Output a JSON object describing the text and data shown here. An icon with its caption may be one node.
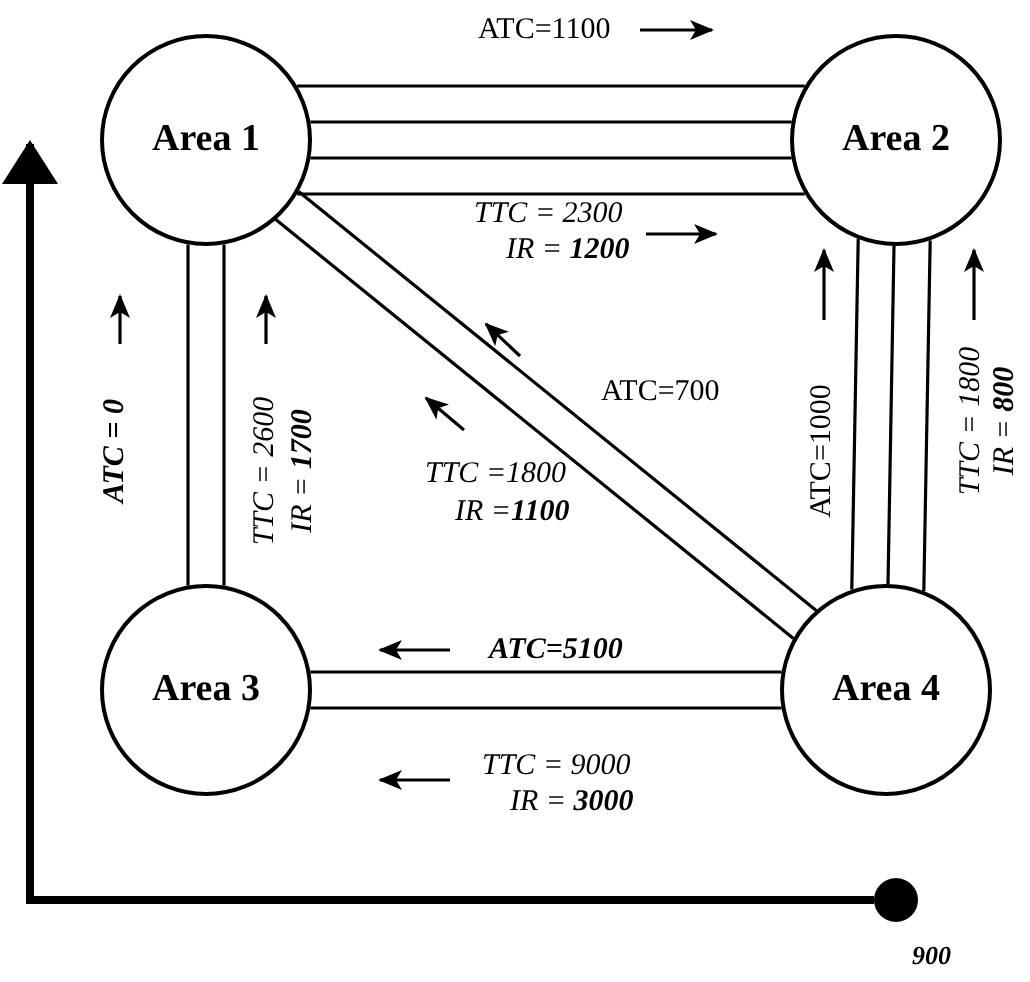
{
  "diagram": {
    "nodes": [
      {
        "text": [
          "Area 1"
        ]
      },
      {
        "text": [
          "Area 2"
        ]
      },
      {
        "text": [
          "Area 3"
        ]
      },
      {
        "text": [
          "Area 4"
        ]
      },
      {
        "text": [],
        "shape": "circle",
        "beside": [
          "900"
        ]
      }
    ],
    "edges": [
      {
        "from": 0,
        "to": 1,
        "arrow": "none"
      },
      {
        "from": 0,
        "to": 1,
        "arrow": "none"
      },
      {
        "from": 0,
        "to": 1,
        "arrow": "none"
      },
      {
        "from": 0,
        "to": 1,
        "arrow": "none"
      },
      {
        "from": 0,
        "to": 2,
        "arrow": "none"
      },
      {
        "from": 0,
        "to": 2,
        "arrow": "none"
      },
      {
        "from": 0,
        "to": 3,
        "arrow": "none"
      },
      {
        "from": 0,
        "to": 3,
        "arrow": "none"
      },
      {
        "from": 1,
        "to": 3,
        "arrow": "none"
      },
      {
        "from": 1,
        "to": 3,
        "arrow": "none"
      },
      {
        "from": 1,
        "to": 3,
        "arrow": "none"
      },
      {
        "from": 2,
        "to": 3,
        "arrow": "none"
      },
      {
        "from": 2,
        "to": 3,
        "arrow": "none"
      },
      {
        "from": 4,
        "to": null,
        "arrow": "to",
        "style": "thick"
      }
    ],
    "labels": [
      "ATC=1100",
      "TTC = 2300",
      "IR = **1200**",
      "ATC=700",
      "ATC = 0",
      "TTC = 2600",
      "IR = **1700**",
      "ATC=1000",
      "TTC = 1800",
      "IR = **800**",
      "TTC =1800",
      "IR =**1100**",
      "ATC=5100",
      "TTC = 9000",
      "IR = **3000**"
    ]
  }
}
